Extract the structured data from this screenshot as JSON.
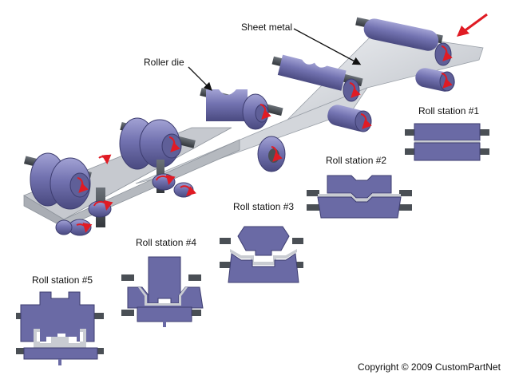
{
  "labels": {
    "sheet_metal": "Sheet metal",
    "roller_die": "Roller die",
    "station_1": "Roll station #1",
    "station_2": "Roll station #2",
    "station_3": "Roll station #3",
    "station_4": "Roll station #4",
    "station_5": "Roll station #5"
  },
  "copyright": "Copyright © 2009 CustomPartNet",
  "colors": {
    "roller": "#6b6ba6",
    "roller_dark": "#4f4f86",
    "roller_light": "#9090c8",
    "shaft": "#4a4f55",
    "sheet": "#d8dbe0",
    "rotation_arrow": "#e01b24",
    "feed_arrow": "#e01b24",
    "profile_fill": "#6a6aa5",
    "profile_stroke": "#3d3d70",
    "metal_strip": "#c9ccd2"
  },
  "icons": {
    "feed": "feed-direction-arrow-icon",
    "rotation": "rotation-arrow-icon"
  }
}
